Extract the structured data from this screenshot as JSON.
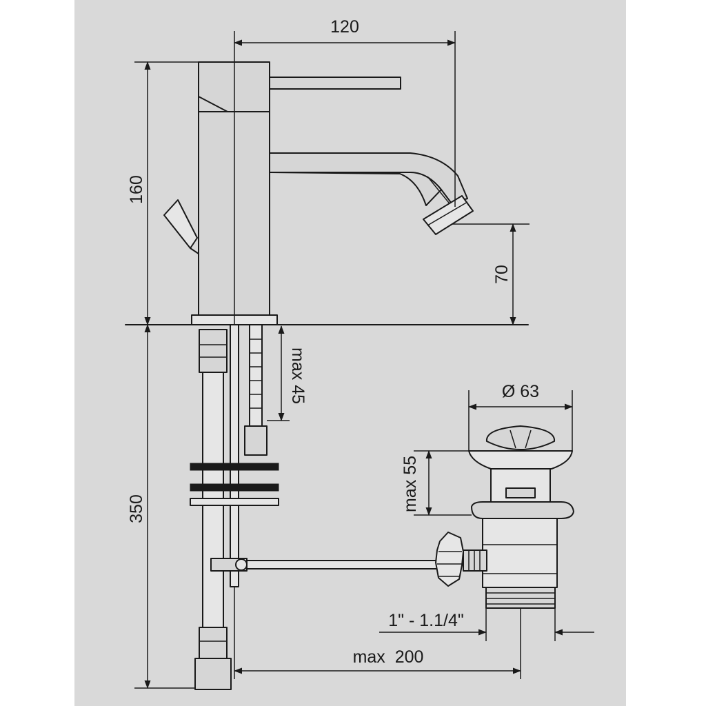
{
  "drawing": {
    "background_color": "#d9d9d9",
    "line_color": "#1a1a1a",
    "dimensions": {
      "overall_length": "120",
      "overall_height": "160",
      "spout_clearance": "70",
      "under_basin_length": "350",
      "rod_depth": "max 45",
      "waste_diameter": "Ø 63",
      "waste_height": "max 55",
      "thread_size": "1\" - 1.1/4\"",
      "max_distance": "max  200"
    }
  }
}
